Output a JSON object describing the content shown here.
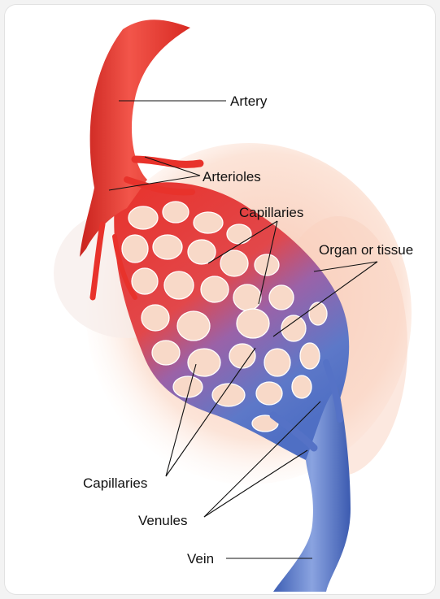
{
  "labels": {
    "artery": "Artery",
    "arterioles": "Arterioles",
    "capillaries_top": "Capillaries",
    "organ": "Organ or tissue",
    "capillaries_bottom": "Capillaries",
    "venules": "Venules",
    "vein": "Vein"
  },
  "colors": {
    "artery": "#e8322b",
    "vein": "#4f6fc4",
    "tissue": "#fbe0d2",
    "cell_fill": "#f7d6c4"
  }
}
